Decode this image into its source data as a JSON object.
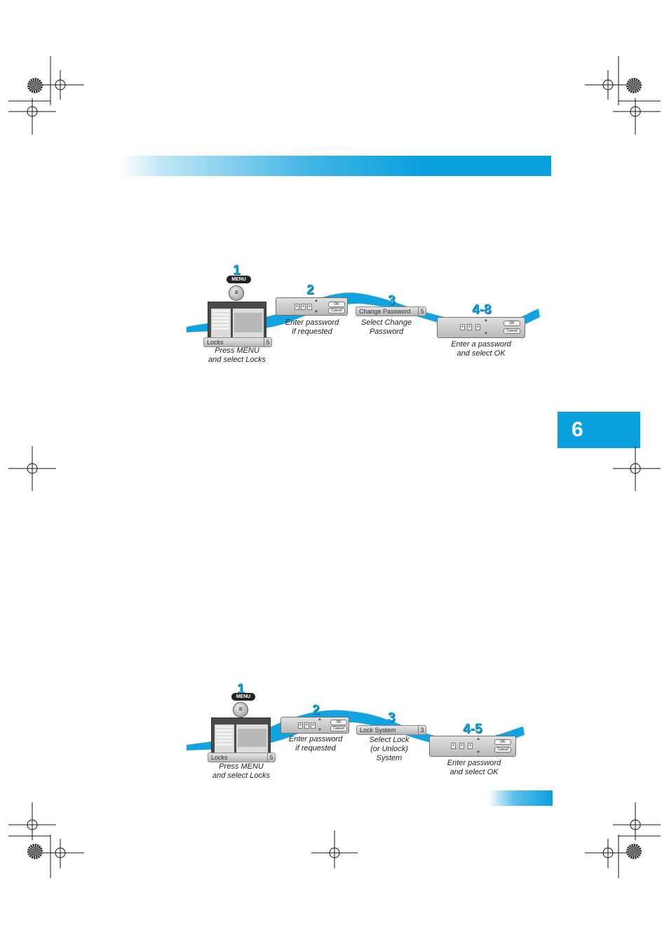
{
  "chapter": {
    "number": "6"
  },
  "flow_top": {
    "steps": [
      {
        "number": "1",
        "menu_label": "MENU",
        "menu_icon": "menu-lines-icon",
        "bar_label": "Locks",
        "bar_number": "5",
        "caption_line1": "Press MENU",
        "caption_line2": "and select Locks"
      },
      {
        "number": "2",
        "ok": "OK",
        "cancel": "Cancel",
        "digit": "*",
        "caption_line1": "Enter password",
        "caption_line2": "if requested"
      },
      {
        "number": "3",
        "bar_label": "Change Password",
        "bar_number": "5",
        "caption_line1": "Select Change",
        "caption_line2": "Password"
      },
      {
        "number": "4-8",
        "ok": "OK",
        "cancel": "Cancel",
        "digit": "*",
        "caption_line1": "Enter a password",
        "caption_line2": "and select OK"
      }
    ]
  },
  "flow_bottom": {
    "steps": [
      {
        "number": "1",
        "menu_label": "MENU",
        "menu_icon": "menu-lines-icon",
        "bar_label": "Locks",
        "bar_number": "5",
        "caption_line1": "Press MENU",
        "caption_line2": "and select Locks"
      },
      {
        "number": "2",
        "ok": "OK",
        "cancel": "Cancel",
        "digit": "*",
        "caption_line1": "Enter password",
        "caption_line2": "if requested"
      },
      {
        "number": "3",
        "bar_label": "Lock System",
        "bar_number": "3",
        "caption_line1": "Select Lock",
        "caption_line2": "(or Unlock)",
        "caption_line3": "System"
      },
      {
        "number": "4-5",
        "ok": "OK",
        "cancel": "Cancel",
        "digit": "*",
        "caption_line1": "Enter password",
        "caption_line2": "and select OK"
      }
    ]
  },
  "colors": {
    "accent_blue": "#0aa1de",
    "step_blue": "#12a3e0"
  }
}
